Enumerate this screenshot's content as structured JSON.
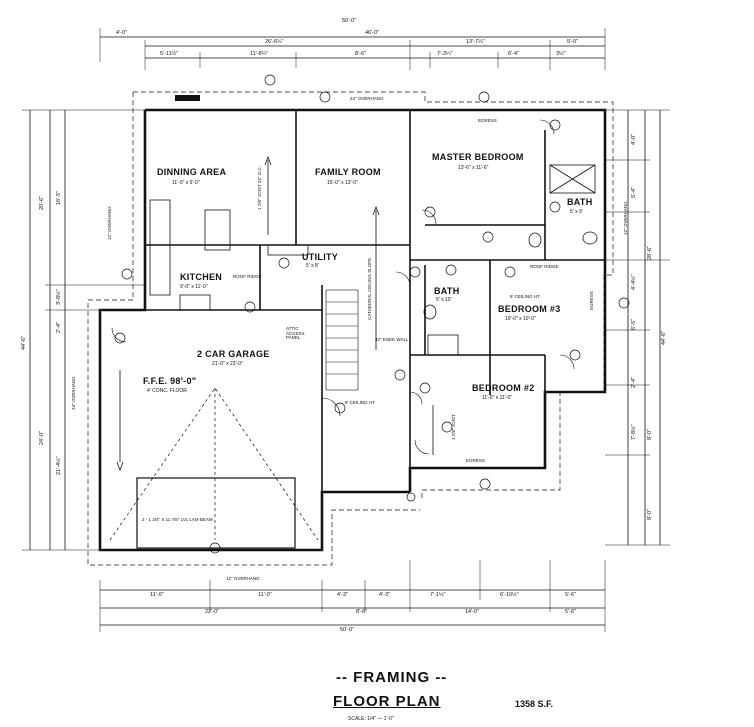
{
  "dimensions": {
    "overall_top": "50'-0\"",
    "top_left_offset": "4'-0\"",
    "top_mid_span": "46'-0\"",
    "top_segment_1": "26'-6¼\"",
    "top_segment_2": "13'-7¼\"",
    "top_segment_3": "5'-0\"",
    "top_row3": [
      "5'-11½\"",
      "11'-8¼\"",
      "8'-6\"",
      "7'-3¼\"",
      "6'-4\"",
      "3½\""
    ],
    "bottom_row1": [
      "11'-0\"",
      "11'-0\"",
      "4'-3\"",
      "4'-3\"",
      "7'-1½\"",
      "6'-10½\"",
      "5'-6\""
    ],
    "bottom_row2": [
      "22'-0\"",
      "8'-6\"",
      "14'-0\"",
      "5'-6\""
    ],
    "overall_bottom": "50'-0\"",
    "left_outer": "44'-6\"",
    "left_col": [
      "20'-6\"",
      "16'-5\"",
      "3'-8½\"",
      "2'-4\"",
      "24'-0\"",
      "21'-4½\""
    ],
    "right_outer": "44'-6\"",
    "right_col": [
      "28'-6\"",
      "4'-0\"",
      "5'-4\"",
      "4'-4½\"",
      "6'-5\"",
      "2'-4\"",
      "7'-8½\"",
      "8'-0\"",
      "8'-0\""
    ]
  },
  "rooms": {
    "dining": {
      "name": "DINNING AREA",
      "size": "11'-0\" x 9'-0\""
    },
    "family": {
      "name": "FAMILY ROOM",
      "size": "15'-0\" x 13'-0\""
    },
    "master": {
      "name": "MASTER BEDROOM",
      "size": "13'-6\" x 11'-6\""
    },
    "bath_master": {
      "name": "BATH",
      "size": "5' x 9'"
    },
    "kitchen": {
      "name": "KITCHEN",
      "size": "9'-0\" x 11'-0\""
    },
    "utility": {
      "name": "UTILITY",
      "size": "5' x 8'"
    },
    "bath_hall": {
      "name": "BATH",
      "size": "5' x 10'"
    },
    "bedroom3": {
      "name": "BEDROOM #3",
      "size": "10'-0\" x 10'-0\""
    },
    "garage": {
      "name": "2 CAR GARAGE",
      "size": "21'-0\" x 23'-0\""
    },
    "bedroom2": {
      "name": "BEDROOM #2",
      "size": "11'-0\" x 11'-0\""
    }
  },
  "notes": {
    "ffe": "F.F.E. 98'-0\"",
    "floor": "4' CONC. FLOOR",
    "beam": "2 - 1 3/4\" X 11 7/8\" LVL LAM BEAM",
    "overhang_top": "24\" OVERHANG",
    "overhang_left": "12\" OVERHANG",
    "overhang_garage": "24\" OVERHANG",
    "overhang_bottom": "12\" OVERHANG",
    "overhang_right": "12\" OVERHANG",
    "ceiling_ht": "8' CEILING HT.",
    "ceiling_ht2": "8' CEILING HT.",
    "knee_wall": "42\" KNEE WALL",
    "roof_ridge_1": "ROOF RIDGE",
    "roof_ridge_2": "ROOF RIDGE",
    "cathedral": "CATHEDRAL CEILING SLOPE",
    "egress_master": "EGRESS",
    "egress_bed2": "EGRESS",
    "egress_bed3": "EGRESS",
    "joist_family": "1 7/8\" JOIST 24\" O.C.",
    "joist_bed2": "1 7/8\" JOIST",
    "attic": "ATTIC ACCESS PANEL"
  },
  "title": {
    "line1": "-- FRAMING --",
    "line2": "FLOOR PLAN",
    "area": "1358 S.F.",
    "scale": "SCALE: 1/4\" — 1'-0\""
  }
}
